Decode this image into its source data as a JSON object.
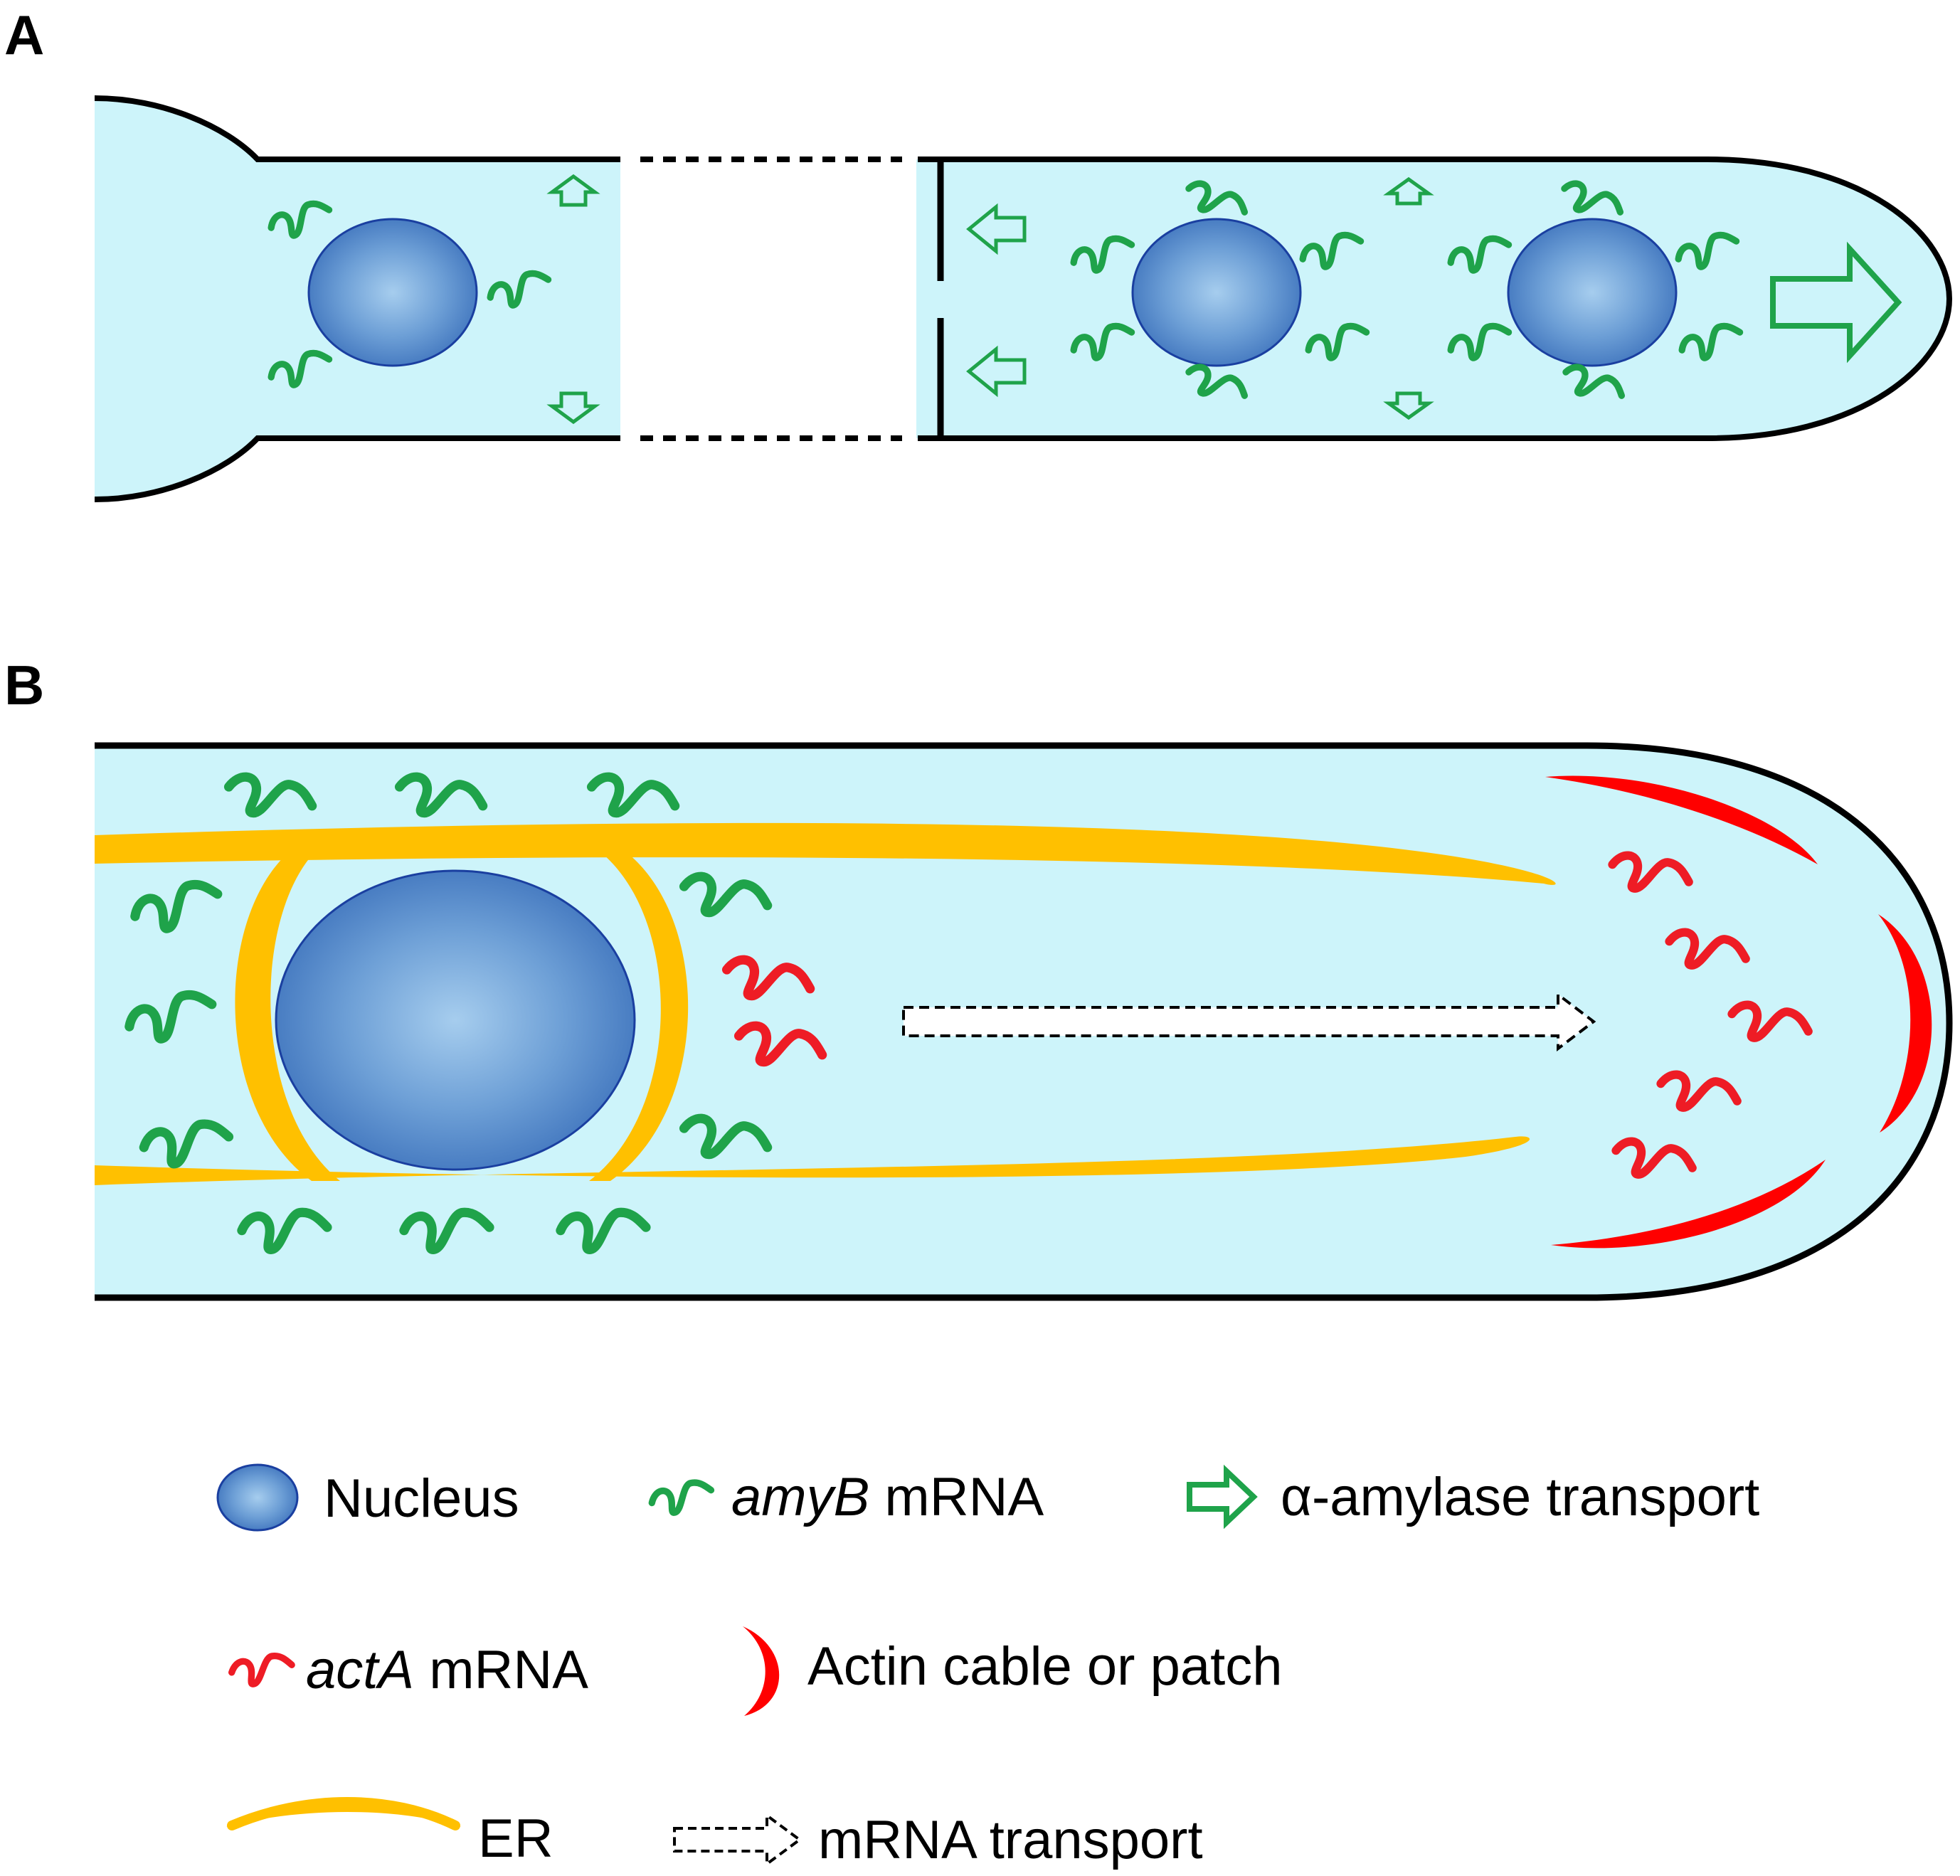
{
  "panels": {
    "a": {
      "label": "A"
    },
    "b": {
      "label": "B"
    }
  },
  "legend": {
    "nucleus": "Nucleus",
    "amyb_italic": "amyB",
    "amyb_rest": " mRNA",
    "alpha_amylase": "α-amylase transport",
    "acta_italic": "actA",
    "acta_rest": " mRNA",
    "actin": "Actin cable or patch",
    "er": "ER",
    "mrna_transport": "mRNA transport"
  },
  "colors": {
    "cytoplasm": "#cdf4fa",
    "membrane": "#000000",
    "nucleus_center": "#a6cdee",
    "nucleus_edge": "#3f74bd",
    "nucleus_stroke": "#1a3fa0",
    "amyb_mrna": "#1fa34a",
    "acta_mrna": "#ee1c25",
    "actin": "#ff0000",
    "er": "#ffc000",
    "secretion_arrow": "#1fa34a"
  },
  "icons": {
    "nucleus": "nucleus-icon",
    "amyb": "amyb-mrna-icon",
    "acta": "acta-mrna-icon",
    "alpha_amylase": "green-hollow-arrow-icon",
    "actin": "red-crescent-icon",
    "er": "er-band-icon",
    "mrna_transport": "dashed-arrow-icon"
  }
}
